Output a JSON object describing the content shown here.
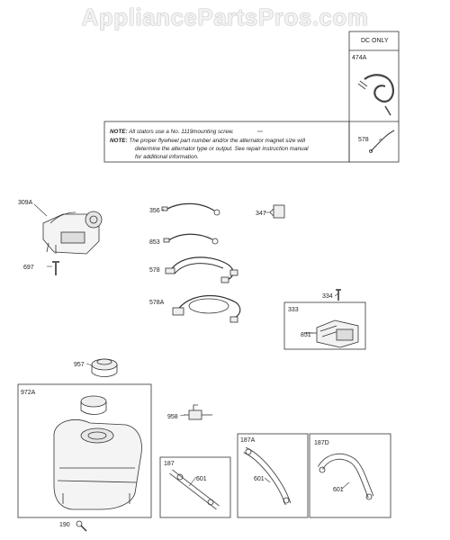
{
  "watermark": "AppliancePartsPros.com",
  "dc_box": {
    "title": "DC ONLY",
    "part_top": "474A",
    "part_bottom": "578"
  },
  "notes": {
    "note1_label": "NOTE:",
    "note1_text": "All stators use a No. 1119mounting screw.",
    "note2_label": "NOTE:",
    "note2_line1": "The proper flywheel part number and/or the alternator magnet size will",
    "note2_line2": "determine the alternator type or output. See repair instruction manual",
    "note2_line3": "for additional information."
  },
  "parts": {
    "p309A": "309A",
    "p697": "697",
    "p356": "356",
    "p853": "853",
    "p578": "578",
    "p578A": "578A",
    "p347": "347",
    "p334": "334",
    "p333": "333",
    "p851": "851",
    "p957": "957",
    "p972A": "972A",
    "p958": "958",
    "p187": "187",
    "p601a": "601",
    "p187A": "187A",
    "p601b": "601",
    "p187D": "187D",
    "p601c": "601",
    "p190": "190"
  }
}
